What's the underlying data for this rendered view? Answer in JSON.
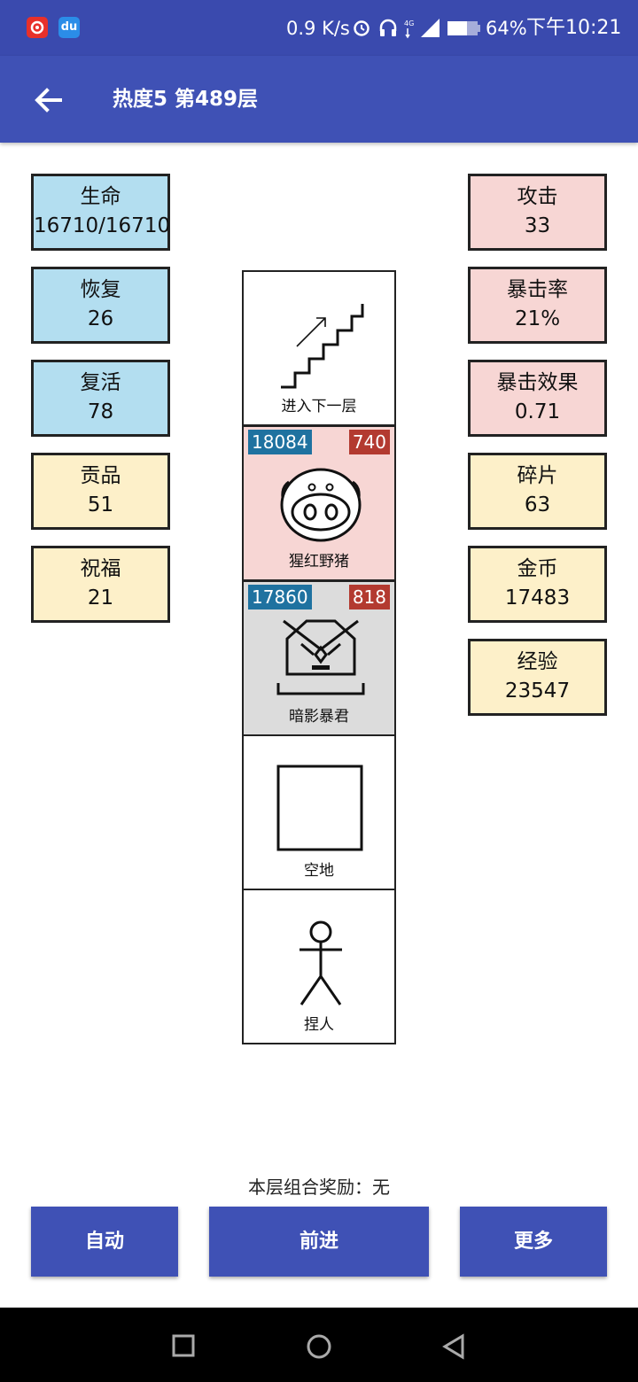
{
  "status_bar": {
    "net_speed": "0.9 K/s",
    "battery": "64%",
    "time": "下午10:21",
    "app_icons": [
      "netease-music-icon",
      "du-app-icon"
    ],
    "app2_text": "du",
    "network": "4G"
  },
  "app_bar": {
    "title": "热度5 第489层",
    "back_icon": "arrow-left-icon"
  },
  "left_stats": [
    {
      "label": "生命",
      "value": "16710/16710"
    },
    {
      "label": "恢复",
      "value": "26"
    },
    {
      "label": "复活",
      "value": "78"
    },
    {
      "label": "贡品",
      "value": "51"
    },
    {
      "label": "祝福",
      "value": "21"
    }
  ],
  "right_stats": [
    {
      "label": "攻击",
      "value": "33"
    },
    {
      "label": "暴击率",
      "value": "21%"
    },
    {
      "label": "暴击效果",
      "value": "0.71"
    },
    {
      "label": "碎片",
      "value": "63"
    },
    {
      "label": "金币",
      "value": "17483"
    },
    {
      "label": "经验",
      "value": "23547"
    }
  ],
  "tower": [
    {
      "name": "进入下一层",
      "icon": "stairs-icon"
    },
    {
      "name": "猩红野猪",
      "hp": "18084",
      "attack": "740",
      "icon": "boar-icon",
      "bg": "#f7d6d4"
    },
    {
      "name": "暗影暴君",
      "hp": "17860",
      "attack": "818",
      "icon": "tyrant-icon",
      "bg": "#dcdcdc"
    },
    {
      "name": "空地",
      "icon": "empty-square-icon"
    },
    {
      "name": "捏人",
      "icon": "stick-figure-icon"
    }
  ],
  "reward_text": "本层组合奖励：无",
  "buttons": {
    "auto": "自动",
    "forward": "前进",
    "more": "更多"
  },
  "colors": {
    "primary": "#3f51b5",
    "status_bar": "#3a4aae",
    "hp_badge": "#1f72a0",
    "atk_badge": "#b33a30"
  }
}
